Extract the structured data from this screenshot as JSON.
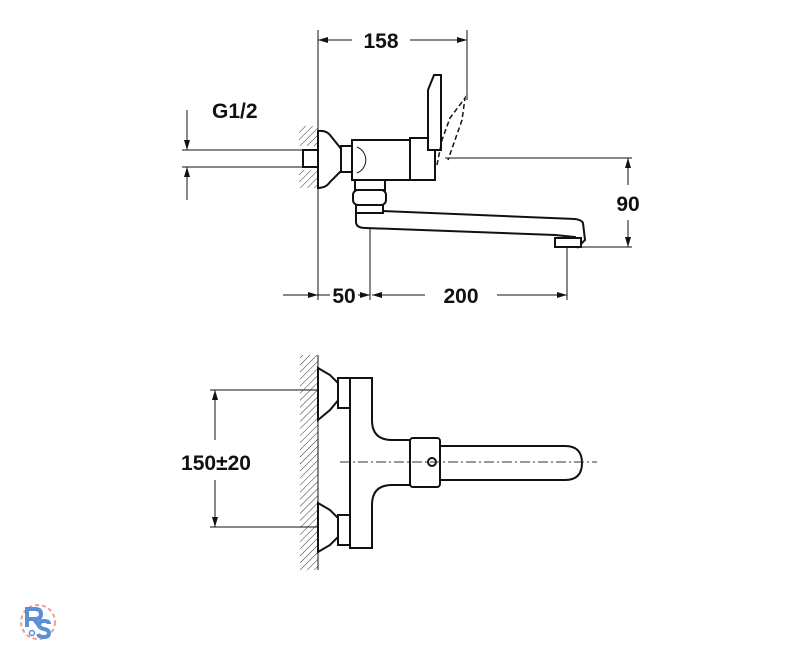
{
  "drawing": {
    "dimensions": {
      "width_total": "158",
      "thread": "G1/2",
      "height_spout": "90",
      "wall_to_spout": "50",
      "spout_reach": "200",
      "center_distance": "150±20"
    }
  },
  "logo": {
    "text": "R&S",
    "colors": [
      "#5b8fd6",
      "#e05a5a"
    ]
  }
}
